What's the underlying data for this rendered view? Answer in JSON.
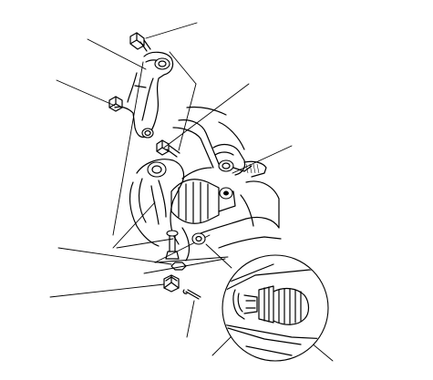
{
  "diagram": {
    "callouts": [
      {
        "id": "bolt-top"
      },
      {
        "id": "upper-arm"
      },
      {
        "id": "upper-arm-nut"
      },
      {
        "id": "bolt-mid"
      },
      {
        "id": "tie-rod-end"
      },
      {
        "id": "knuckle-pair"
      },
      {
        "id": "lower-nut"
      },
      {
        "id": "lock-nut"
      },
      {
        "id": "cotter-pin"
      },
      {
        "id": "detail-pin"
      },
      {
        "id": "detail-nut"
      }
    ]
  }
}
